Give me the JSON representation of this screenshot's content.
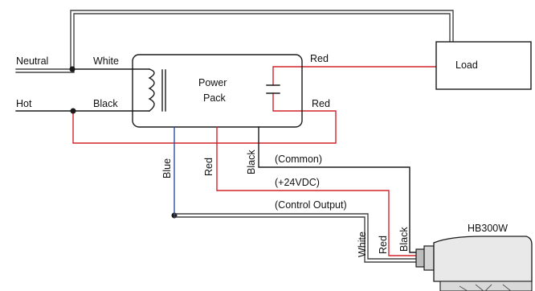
{
  "diagram": {
    "labels": {
      "neutral": "Neutral",
      "hot": "Hot",
      "white_in": "White",
      "black_in": "Black",
      "power_pack_line1": "Power",
      "power_pack_line2": "Pack",
      "load": "Load",
      "red_top": "Red",
      "red_right": "Red",
      "blue": "Blue",
      "red_down": "Red",
      "black_down": "Black",
      "common": "(Common)",
      "plus24": "(+24VDC)",
      "control_output": "(Control Output)",
      "sensor": "HB300W",
      "white_sensor": "White",
      "red_sensor": "Red",
      "black_sensor": "Black"
    },
    "colors": {
      "black_wire": "#1a1a1a",
      "red_wire": "#d2232a",
      "blue_wire": "#2b4fa3",
      "sensor_body": "#e9e9e9"
    }
  }
}
